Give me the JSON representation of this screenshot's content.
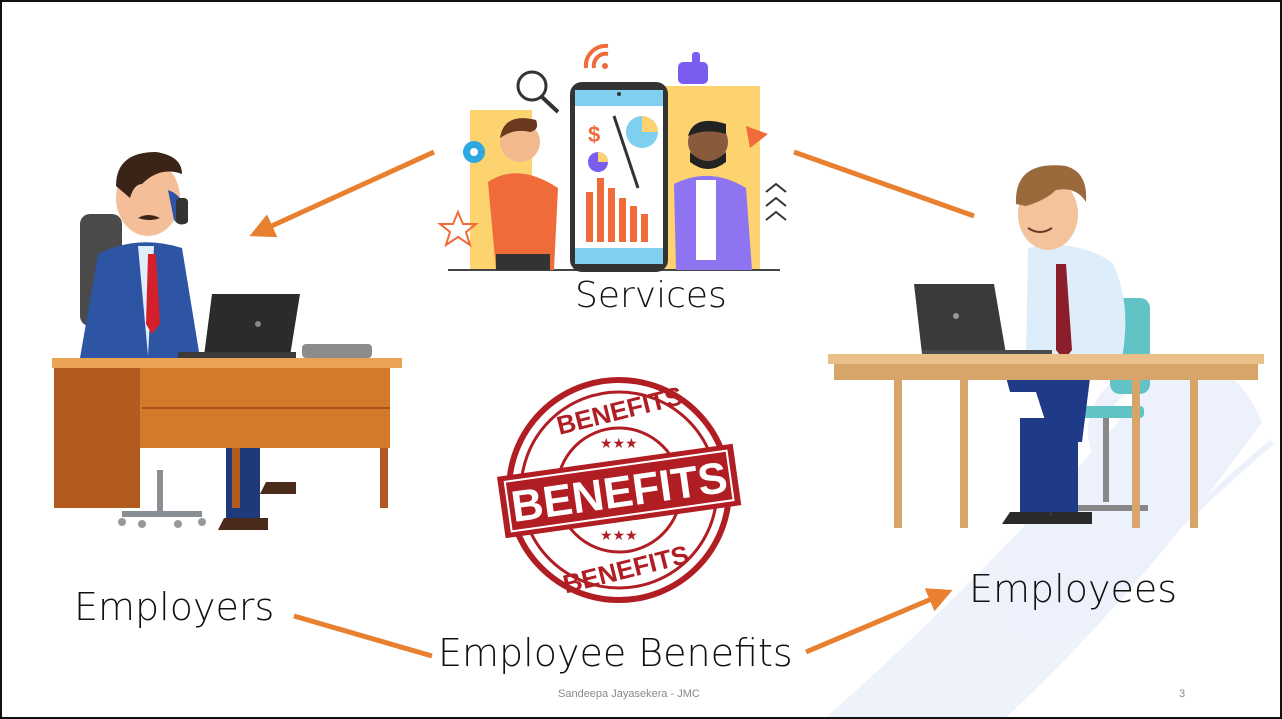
{
  "slide": {
    "labels": {
      "services": "Services",
      "employers": "Employers",
      "employees": "Employees",
      "employee_benefits": "Employee Benefits"
    },
    "stamp": {
      "top_text": "BENEFITS",
      "center_text": "BENEFITS",
      "bottom_text": "BENEFITS"
    },
    "footer": {
      "text": "Sandeepa Jayasekera - JMC",
      "page_number": "3"
    },
    "colors": {
      "arrow": "#e8802f",
      "stamp": "#b01e24"
    }
  }
}
